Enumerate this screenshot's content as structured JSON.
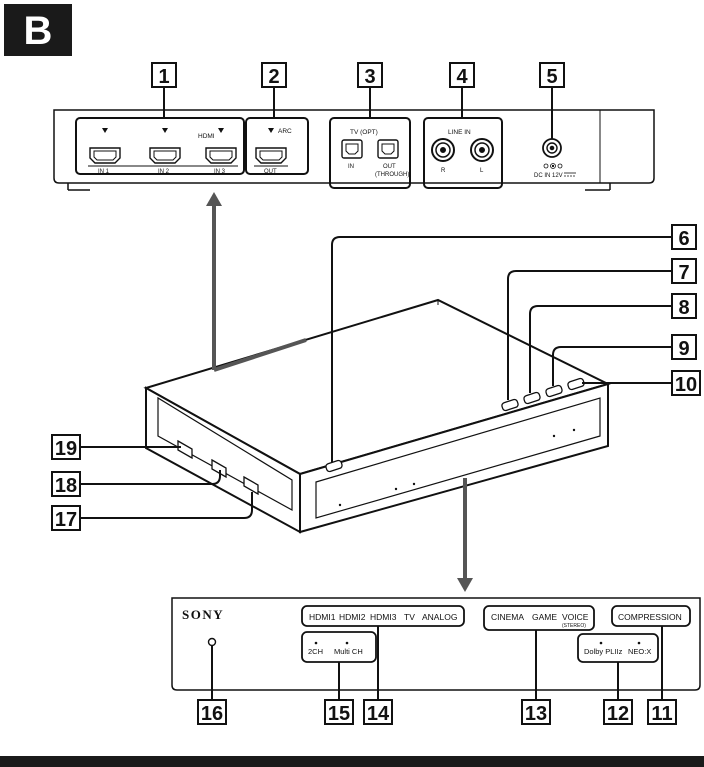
{
  "section_letter": "B",
  "callouts": [
    "1",
    "2",
    "3",
    "4",
    "5",
    "6",
    "7",
    "8",
    "9",
    "10",
    "11",
    "12",
    "13",
    "14",
    "15",
    "16",
    "17",
    "18",
    "19"
  ],
  "rear_panel": {
    "hdmi_heading": "HDMI",
    "hdmi_in_1": "IN 1",
    "hdmi_in_2": "IN 2",
    "hdmi_in_3": "IN 3",
    "arc": "ARC",
    "hdmi_out": "OUT",
    "tv_opt": "TV (OPT)",
    "opt_in": "IN",
    "opt_out": "OUT",
    "opt_through": "(THROUGH)",
    "line_in": "LINE IN",
    "line_r": "R",
    "line_l": "L",
    "dc_in": "DC IN 12V"
  },
  "front_panel": {
    "brand": "SONY",
    "inputs": [
      "HDMI1",
      "HDMI2",
      "HDMI3",
      "TV",
      "ANALOG"
    ],
    "channels": [
      "2CH",
      "Multi CH"
    ],
    "modes": [
      "CINEMA",
      "GAME",
      "VOICE"
    ],
    "voice_sub": "(STEREO)",
    "decoders": [
      "Dolby PLIIz",
      "NEO:X"
    ],
    "compression": "COMPRESSION"
  }
}
